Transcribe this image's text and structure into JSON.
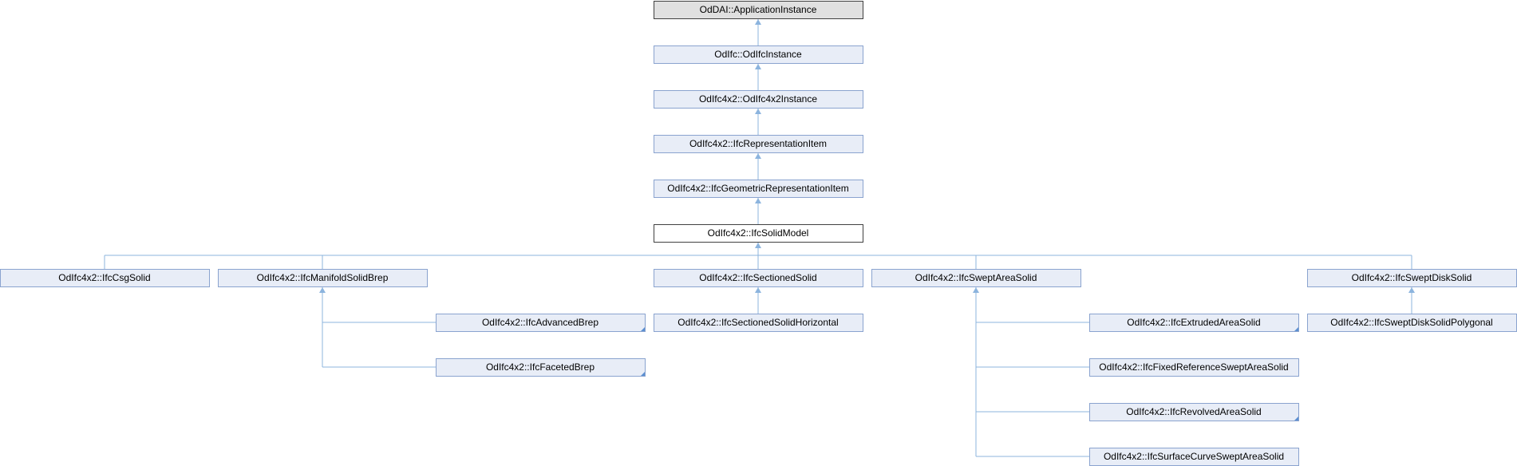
{
  "nodes": {
    "app_instance": "OdDAI::ApplicationInstance",
    "ifc_instance": "OdIfc::OdIfcInstance",
    "ifc4x2_instance": "OdIfc4x2::OdIfc4x2Instance",
    "representation_item": "OdIfc4x2::IfcRepresentationItem",
    "geometric_representation_item": "OdIfc4x2::IfcGeometricRepresentationItem",
    "solid_model": "OdIfc4x2::IfcSolidModel",
    "csg_solid": "OdIfc4x2::IfcCsgSolid",
    "manifold_solid_brep": "OdIfc4x2::IfcManifoldSolidBrep",
    "sectioned_solid": "OdIfc4x2::IfcSectionedSolid",
    "swept_area_solid": "OdIfc4x2::IfcSweptAreaSolid",
    "swept_disk_solid": "OdIfc4x2::IfcSweptDiskSolid",
    "advanced_brep": "OdIfc4x2::IfcAdvancedBrep",
    "sectioned_solid_horizontal": "OdIfc4x2::IfcSectionedSolidHorizontal",
    "extruded_area_solid": "OdIfc4x2::IfcExtrudedAreaSolid",
    "swept_disk_solid_polygonal": "OdIfc4x2::IfcSweptDiskSolidPolygonal",
    "faceted_brep": "OdIfc4x2::IfcFacetedBrep",
    "fixed_reference_swept_area_solid": "OdIfc4x2::IfcFixedReferenceSweptAreaSolid",
    "revolved_area_solid": "OdIfc4x2::IfcRevolvedAreaSolid",
    "surface_curve_swept_area_solid": "OdIfc4x2::IfcSurfaceCurveSweptAreaSolid"
  },
  "colors": {
    "node_fill": "#e8edf7",
    "node_border": "#8aa3cf",
    "edge": "#8cb4de",
    "base_fill": "#e0e0e0",
    "current_fill": "#ffffff"
  }
}
